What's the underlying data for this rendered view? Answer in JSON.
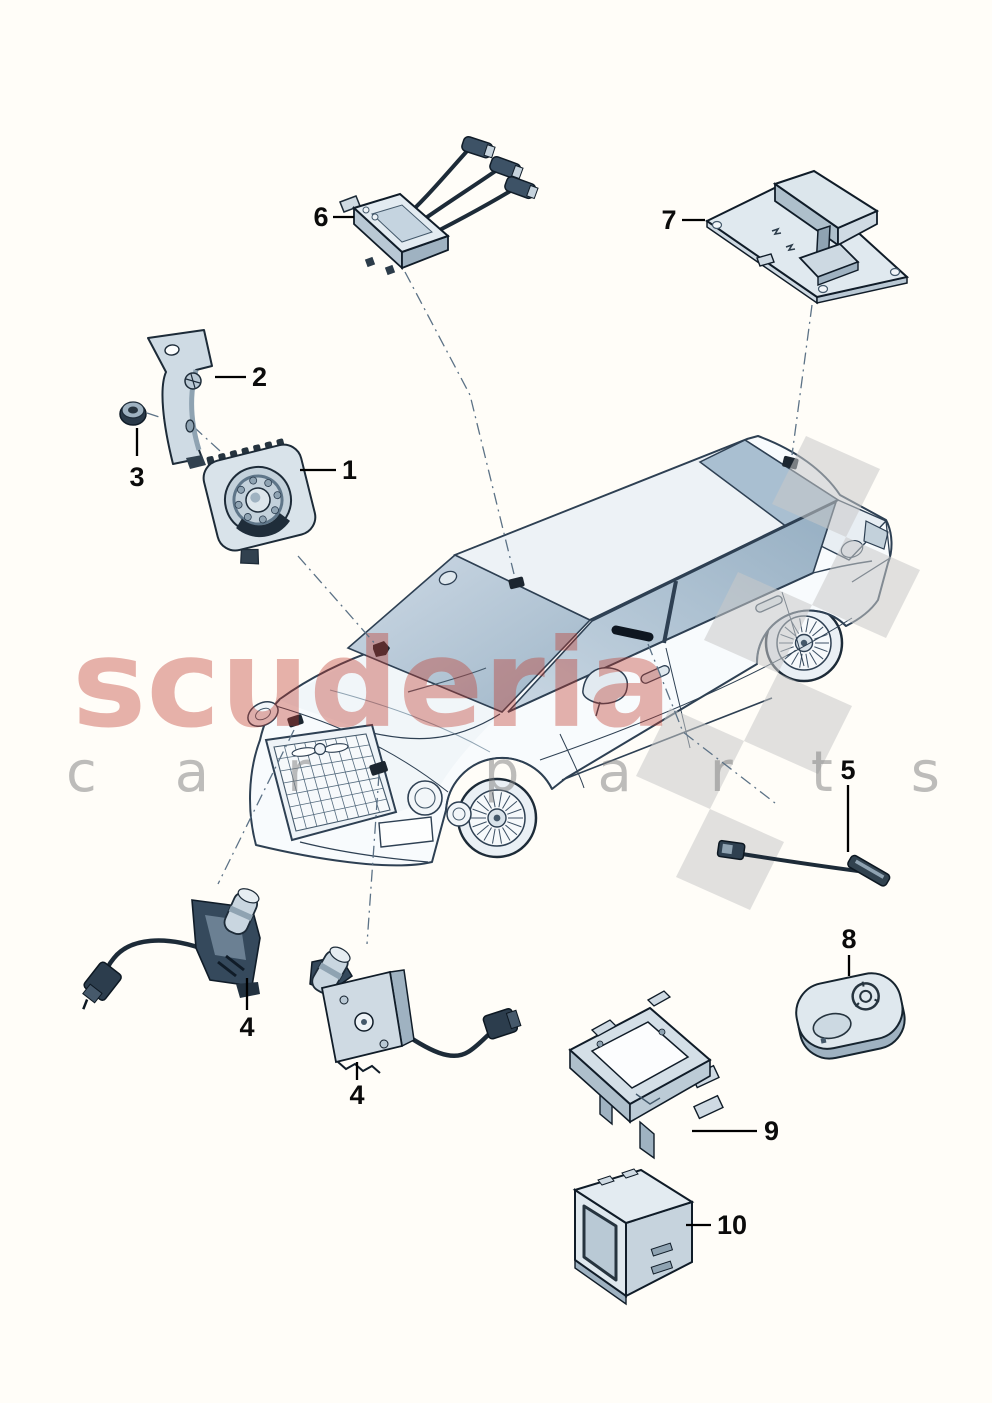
{
  "diagram": {
    "kind": "vehicle parts exploded diagram",
    "subject": "anti-theft alarm system on luxury sedan, front three-quarter view",
    "background": "#fffdf8"
  },
  "watermark": {
    "brand": "scuderia",
    "sub": "car parts",
    "brand_color": "#c0392b",
    "sub_color": "#7d7d7d",
    "flag_color": "#c9c9c9"
  },
  "colors": {
    "outline": "#2e4053",
    "outline_dark": "#101c28",
    "body": "#f8fbfd",
    "panel": "#eef3f7",
    "glass_light": "#c6d5e2",
    "glass_dark": "#9db4c6",
    "part_light": "#dfe8ee",
    "part_mid": "#b9c8d4",
    "part_dark": "#35495c",
    "sensor_mark": "#1c2630",
    "spoke": "#3c5064",
    "mesh": "#546b7e"
  },
  "callouts": {
    "c1": {
      "number": "1",
      "part_name": "alarm-horn"
    },
    "c2": {
      "number": "2",
      "part_name": "mounting-bracket"
    },
    "c3": {
      "number": "3",
      "part_name": "nut"
    },
    "c4a": {
      "number": "4",
      "part_name": "lock-actuator-a"
    },
    "c4b": {
      "number": "4",
      "part_name": "lock-actuator-b"
    },
    "c5": {
      "number": "5",
      "part_name": "antenna-wire"
    },
    "c6": {
      "number": "6",
      "part_name": "antenna-amplifier-with-leads"
    },
    "c7": {
      "number": "7",
      "part_name": "roof-antenna-module"
    },
    "c8": {
      "number": "8",
      "part_name": "remote-control-key"
    },
    "c9": {
      "number": "9",
      "part_name": "retaining-frame"
    },
    "c10": {
      "number": "10",
      "part_name": "alarm-control-unit"
    }
  }
}
